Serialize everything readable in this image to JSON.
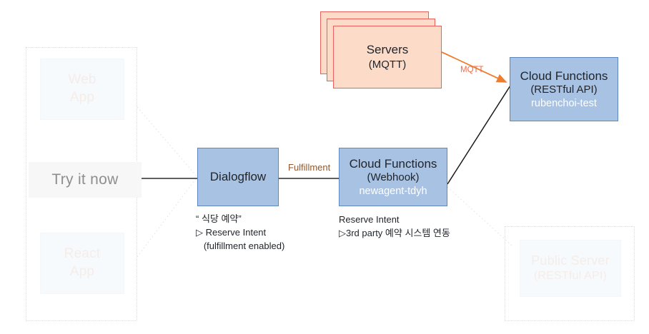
{
  "diagram": {
    "title": "Dialogflow fulfillment architecture",
    "colors": {
      "node_fill": "#a8c2e3",
      "node_border": "#5c86bd",
      "server_fill": "#fcdcc9",
      "server_border": "#e8615a",
      "mqtt_arrow": "#ed7d31",
      "mqtt_label": "#ef6a4a",
      "fulfillment_label": "#8b5a33",
      "dotted_border": "#cfe0f0",
      "ghost_text": "#f6ece8",
      "try_text": "#8e8e8e",
      "connector": "#2b2b2b"
    }
  },
  "ghost_boxes": [
    {
      "id": "web-app",
      "line1": "Web",
      "line2": "App"
    },
    {
      "id": "react-app",
      "line1": "React",
      "line2": "App"
    },
    {
      "id": "public-server",
      "line1": "Public Server",
      "line2": "(RESTful API)"
    }
  ],
  "highlight": {
    "try_it_now": "Try it now"
  },
  "servers": {
    "line1": "Servers",
    "line2": "(MQTT)",
    "layer_count": 3
  },
  "nodes": {
    "dialogflow": {
      "line1": "Dialogflow",
      "line2": "",
      "line3": ""
    },
    "webhook": {
      "line1": "Cloud Functions",
      "line2": "(Webhook)",
      "line3": "newagent-tdyh"
    },
    "restful": {
      "line1": "Cloud Functions",
      "line2": "(RESTful API)",
      "line3": "rubenchoi-test"
    }
  },
  "captions": {
    "dialogflow": "“ 식당 예약”\n▷ Reserve Intent\n   (fulfillment enabled)",
    "webhook": "Reserve Intent\n▷3rd party 예약 시스템 연동"
  },
  "edge_labels": {
    "fulfillment": "Fulfillment",
    "mqtt": "MQTT"
  }
}
